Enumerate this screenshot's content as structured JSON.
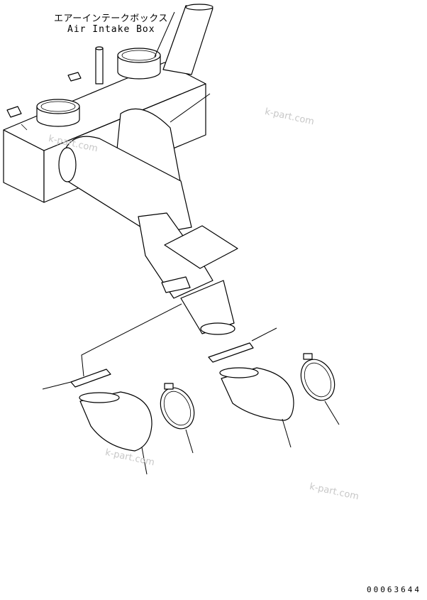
{
  "labels": {
    "part_name_jp": "エアーインテークボックス",
    "part_name_en": "Air Intake Box"
  },
  "figure_number": "00063644",
  "watermarks": [
    "k-part.com",
    "k-part.com",
    "k-part.com",
    "k-part.com"
  ],
  "colors": {
    "line": "#000000",
    "watermark": "#c8c8c8",
    "background": "#ffffff"
  }
}
